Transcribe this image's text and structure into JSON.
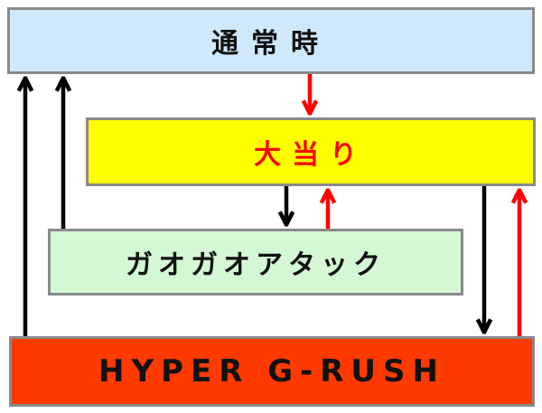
{
  "boxes": {
    "normal": "通常時",
    "hit": "大当り",
    "gaogao": "ガオガオアタック",
    "hyper": "HYPER G-RUSH"
  },
  "colors": {
    "normal_fill": "#cfe8fb",
    "hit_fill": "#ffff00",
    "hit_text": "#ff0000",
    "gaogao_fill": "#d4f7d4",
    "hyper_fill": "#ff3a00",
    "arrow_black": "#000000",
    "arrow_red": "#ff0000"
  }
}
